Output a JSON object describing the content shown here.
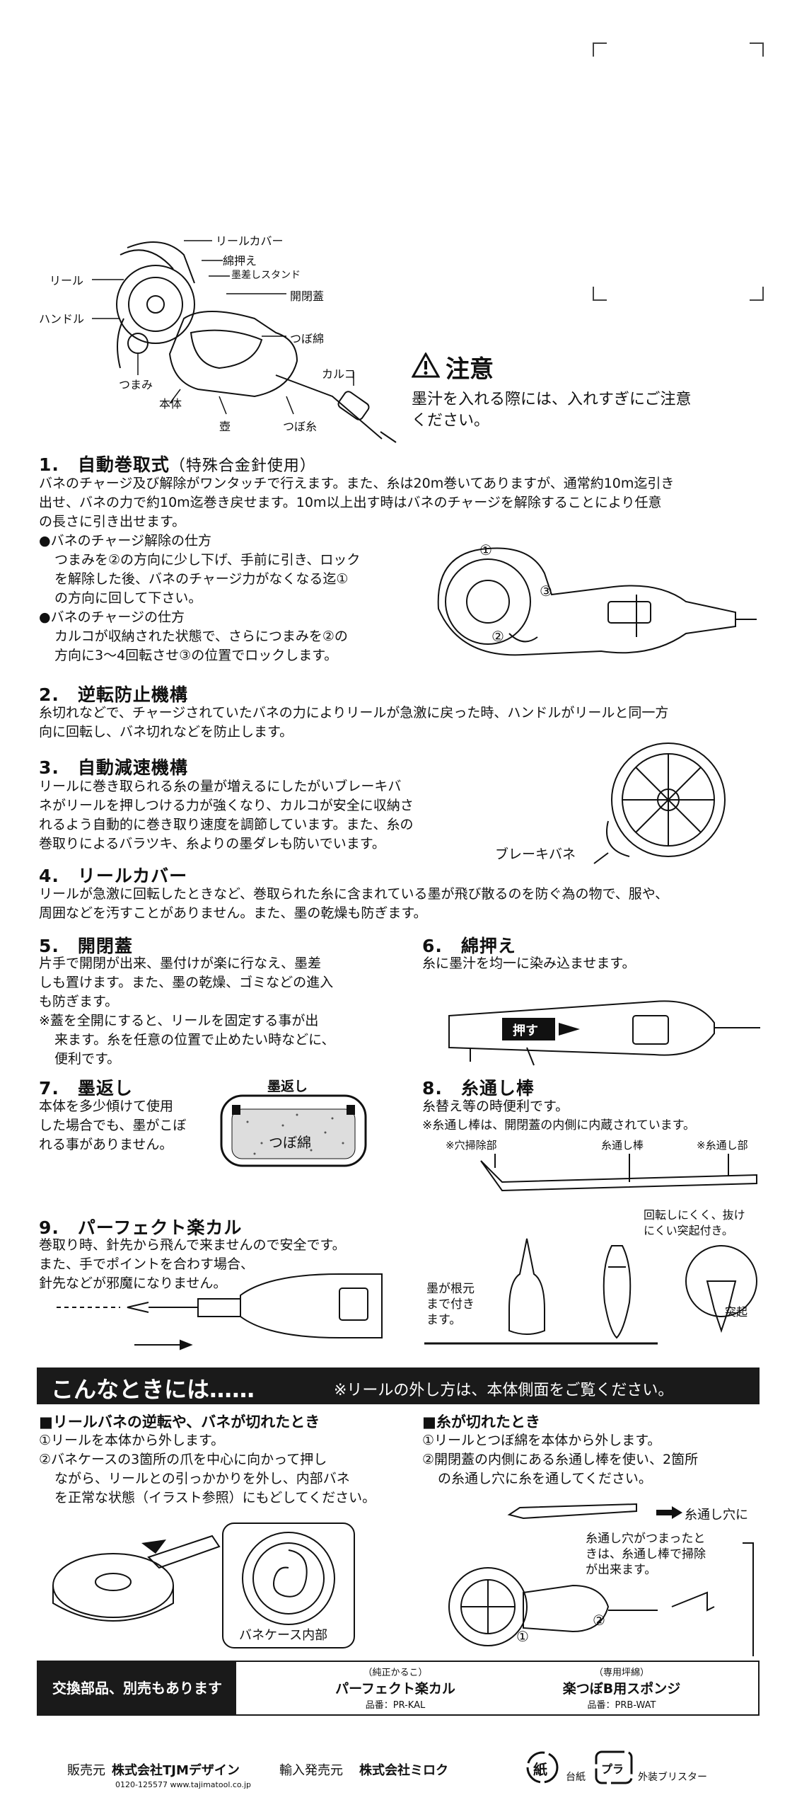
{
  "diagram_labels": {
    "reel_cover": "リールカバー",
    "cotton_press": "綿押え",
    "ink_stand": "墨差しスタンド",
    "reel": "リール",
    "lid": "開閉蓋",
    "handle": "ハンドル",
    "tsubo_wata": "つぼ綿",
    "karuko": "カルコ",
    "knob": "つまみ",
    "body": "本体",
    "tsubo": "壺",
    "tsubo_ito": "つぼ糸"
  },
  "caution": {
    "title": "注意",
    "text1": "墨汁を入れる際には、入れすぎにご注意",
    "text2": "ください。"
  },
  "s1": {
    "title": "1.　自動巻取式",
    "title_sub": "（特殊合金針使用）",
    "p1": "バネのチャージ及び解除がワンタッチで行えます。また、糸は20m巻いてありますが、通常約10m迄引き",
    "p2": "出せ、バネの力で約10m迄巻き戻せます。10m以上出す時はバネのチャージを解除することにより任意",
    "p3": "の長さに引き出せます。",
    "b1": "●バネのチャージ解除の仕方",
    "b1l1": "つまみを②の方向に少し下げ、手前に引き、ロック",
    "b1l2": "を解除した後、バネのチャージ力がなくなる迄①",
    "b1l3": "の方向に回して下さい。",
    "b2": "●バネのチャージの仕方",
    "b2l1": "カルコが収納された状態で、さらにつまみを②の",
    "b2l2": "方向に3〜4回転させ③の位置でロックします。",
    "n1": "①",
    "n2": "②",
    "n3": "③"
  },
  "s2": {
    "title": "2.　逆転防止機構",
    "p1": "糸切れなどで、チャージされていたバネの力によりリールが急激に戻った時、ハンドルがリールと同一方",
    "p2": "向に回転し、バネ切れなどを防止します。"
  },
  "s3": {
    "title": "3.　自動減速機構",
    "p1": "リールに巻き取られる糸の量が増えるにしたがいブレーキバ",
    "p2": "ネがリールを押しつける力が強くなり、カルコが安全に収納さ",
    "p3": "れるよう自動的に巻き取り速度を調節しています。また、糸の",
    "p4": "巻取りによるバラツキ、糸よりの墨ダレも防いでいます。",
    "label": "ブレーキバネ"
  },
  "s4": {
    "title": "4.　リールカバー",
    "p1": "リールが急激に回転したときなど、巻取られた糸に含まれている墨が飛び散るのを防ぐ為の物で、服や、",
    "p2": "周囲などを汚すことがありません。また、墨の乾燥も防ぎます。"
  },
  "s5": {
    "title": "5.　開閉蓋",
    "p1": "片手で開閉が出来、墨付けが楽に行なえ、墨差",
    "p2": "しも置けます。また、墨の乾燥、ゴミなどの進入",
    "p3": "も防ぎます。",
    "n1": "※蓋を全開にすると、リールを固定する事が出",
    "n2": "来ます。糸を任意の位置で止めたい時などに、",
    "n3": "便利です。"
  },
  "s6": {
    "title": "6.　綿押え",
    "p1": "糸に墨汁を均一に染み込ませます。",
    "label": "押す"
  },
  "s7": {
    "title": "7.　墨返し",
    "p1": "本体を多少傾けて使用",
    "p2": "した場合でも、墨がこぼ",
    "p3": "れる事がありません。",
    "label_top": "墨返し",
    "label_in": "つぼ綿"
  },
  "s8": {
    "title": "8.　糸通し棒",
    "p1": "糸替え等の時便利です。",
    "p2": "※糸通し棒は、開閉蓋の内側に内蔵されています。",
    "l1": "※穴掃除部",
    "l2": "糸通し棒",
    "l3": "※糸通し部"
  },
  "s9": {
    "title": "9.　パーフェクト楽カル",
    "p1": "巻取り時、針先から飛んで来ませんので安全です。",
    "p2": "また、手でポイントを合わす場合、",
    "p3": "針先などが邪魔になりません。",
    "ink1": "墨が根元",
    "ink2": "まで付き",
    "ink3": "ます。",
    "hard1": "回転しにくく、抜け",
    "hard2": "にくい突起付き。",
    "prot": "突起"
  },
  "konna": {
    "title": "こんなときには……",
    "note": "※リールの外し方は、本体側面をご覧ください。"
  },
  "left_case": {
    "title": "■リールバネの逆転や、バネが切れたとき",
    "l1": "①リールを本体から外します。",
    "l2": "②バネケースの3箇所の爪を中心に向かって押し",
    "l3": "ながら、リールとの引っかかりを外し、内部バネ",
    "l4": "を正常な状態（イラスト参照）にもどしてください。",
    "caption": "バネケース内部"
  },
  "right_case": {
    "title": "■糸が切れたとき",
    "l1": "①リールとつぼ綿を本体から外します。",
    "l2": "②開閉蓋の内側にある糸通し棒を使い、2箇所",
    "l3": "の糸通し穴に糸を通してください。",
    "arrow_label": "糸通し穴に",
    "c1": "糸通し穴がつまったと",
    "c2": "きは、糸通し棒で掃除",
    "c3": "が出来ます。",
    "n1": "①",
    "n2": "②"
  },
  "parts": {
    "heading": "交換部品、別売もあります",
    "p1_note": "（純正かるこ）",
    "p1_name": "パーフェクト楽カル",
    "p1_code": "品番：PR-KAL",
    "p2_note": "（専用坪綿）",
    "p2_name": "楽つぼB用スポンジ",
    "p2_code": "品番：PRB-WAT"
  },
  "footer": {
    "seller_label": "販売元",
    "seller": "株式会社TJMデザイン",
    "importer_label": "輸入発売元",
    "importer": "株式会社ミロク",
    "contact": "0120-125577 www.tajimatool.co.jp",
    "recycle1_glyph": "紙",
    "recycle1": "台紙",
    "recycle2_glyph": "プラ",
    "recycle2": "外装ブリスター"
  }
}
